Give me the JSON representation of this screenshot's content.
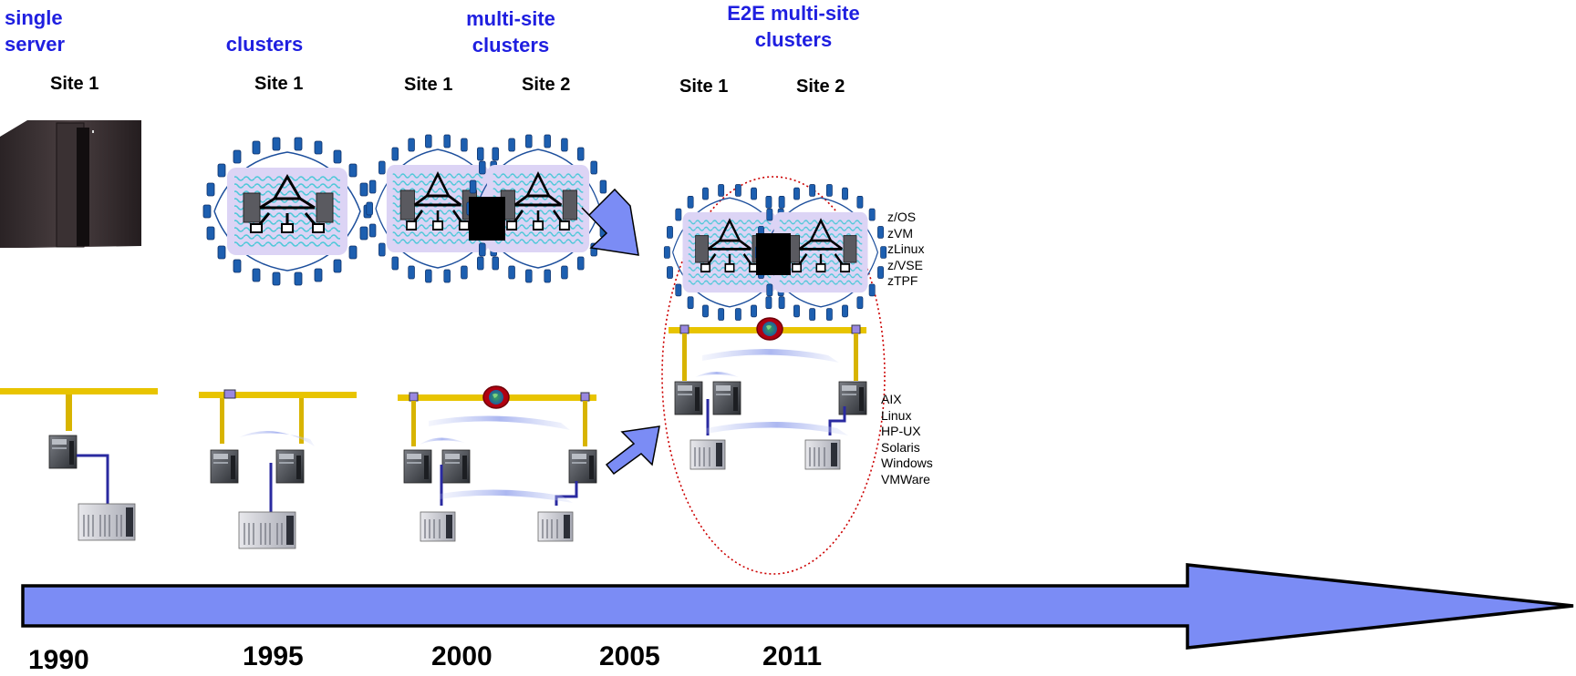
{
  "stages": [
    {
      "heading": [
        "single",
        "server"
      ],
      "sites": [
        "Site 1"
      ]
    },
    {
      "heading": [
        "clusters"
      ],
      "sites": [
        "Site 1"
      ]
    },
    {
      "heading": [
        "multi-site",
        "clusters"
      ],
      "sites": [
        "Site 1",
        "Site 2"
      ]
    },
    {
      "heading": [
        "E2E multi-site",
        "clusters"
      ],
      "sites": [
        "Site 1",
        "Site 2"
      ]
    }
  ],
  "mainframe_os": [
    "z/OS",
    "zVM",
    "zLinux",
    "z/VSE",
    "zTPF"
  ],
  "distributed_os": [
    "AIX",
    "Linux",
    "HP-UX",
    "Solaris",
    "Windows",
    "VMWare"
  ],
  "timeline": {
    "years": [
      "1990",
      "1995",
      "2000",
      "2005",
      "2011"
    ]
  },
  "colors": {
    "heading": "#1f1fe0",
    "arrow_fill": "#7b8cf5",
    "bus": "#e8c400",
    "link": "#2a2aa0",
    "cable": "#1d4f9c",
    "wave": "#4dc8d8",
    "ring": "#cc0000"
  }
}
